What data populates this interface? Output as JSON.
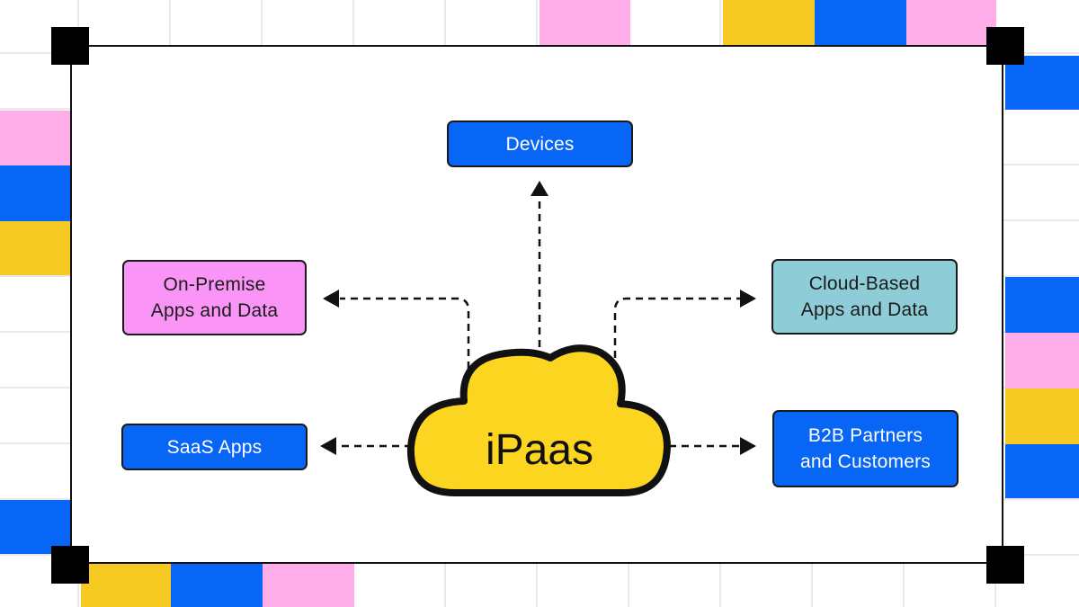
{
  "diagram": {
    "center": {
      "label": "iPaas",
      "color": "#fbd51f"
    },
    "nodes": [
      {
        "id": "devices",
        "label": "Devices",
        "color": "#0866f7"
      },
      {
        "id": "on_premise",
        "label": "On-Premise\nApps and Data",
        "color": "#fa95f7"
      },
      {
        "id": "cloud_based",
        "label": "Cloud-Based\nApps and Data",
        "color": "#8ecdd7"
      },
      {
        "id": "saas",
        "label": "SaaS Apps",
        "color": "#0866f7"
      },
      {
        "id": "b2b",
        "label": "B2B Partners\nand Customers",
        "color": "#0866f7"
      }
    ],
    "edges": [
      {
        "from": "iPaas",
        "to": "devices"
      },
      {
        "from": "iPaas",
        "to": "on_premise"
      },
      {
        "from": "iPaas",
        "to": "cloud_based"
      },
      {
        "from": "iPaas",
        "to": "saas"
      },
      {
        "from": "iPaas",
        "to": "b2b"
      }
    ]
  },
  "palette": {
    "pink": "#ffade9",
    "blue": "#0866f7",
    "yellow": "#f6c923",
    "frame": "#111111",
    "corner": "#000000"
  }
}
